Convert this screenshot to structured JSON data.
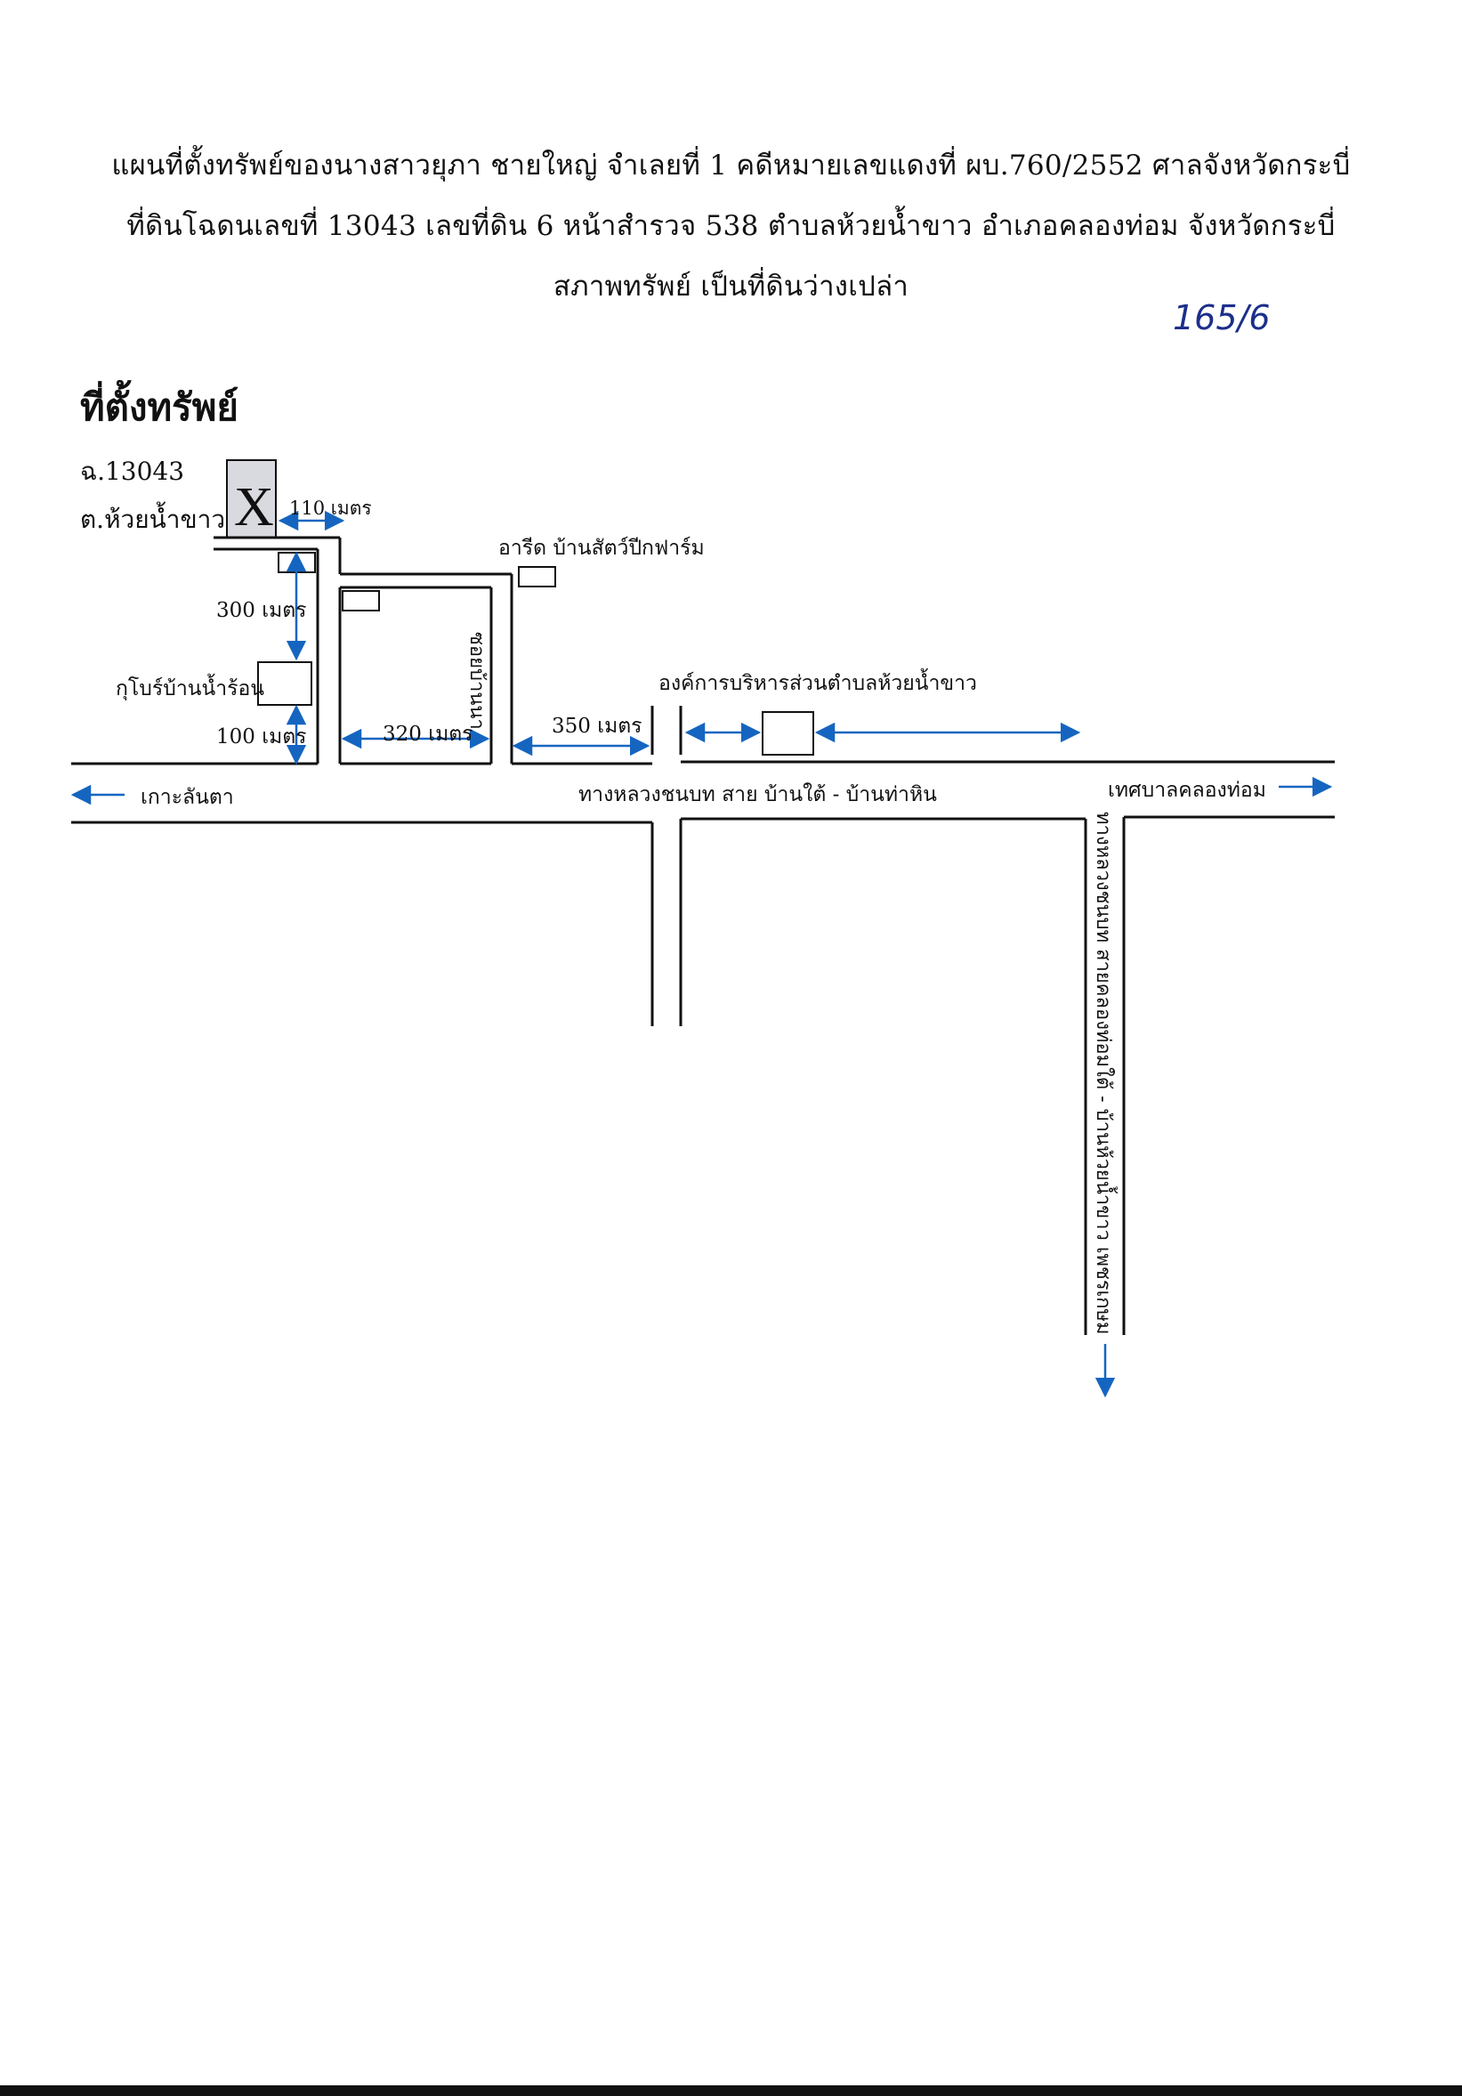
{
  "header": {
    "line1": "แผนที่ตั้งทรัพย์ของนางสาวยุภา  ชายใหญ่  จำเลยที่ 1 คดีหมายเลขแดงที่ ผบ.760/2552  ศาลจังหวัดกระบี่",
    "line2": "ที่ดินโฉดนเลขที่ 13043  เลขที่ดิน 6  หน้าสำรวจ 538  ตำบลห้วยน้ำขาว  อำเภอคลองท่อม  จังหวัดกระบี่",
    "line3": "สภาพทรัพย์ เป็นที่ดินว่างเปล่า",
    "handwritten_note": "165/6"
  },
  "section_title": "ที่ตั้งทรัพย์",
  "map": {
    "deed_number": "ฉ.13043",
    "subdistrict": "ต.ห้วยน้ำขาว",
    "property_marker": "X",
    "distances": {
      "d110": "110 เมตร",
      "d300": "300 เมตร",
      "d100": "100 เมตร",
      "d320": "320 เมตร",
      "d350": "350 เมตร"
    },
    "landmarks": {
      "farm": "อารีด บ้านสัตว์ปีกฟาร์ม",
      "guesthouse": "กุโบร์บ้านน้ำร้อน",
      "sao": "องค์การบริหารส่วนตำบลห้วยน้ำขาว"
    },
    "roads": {
      "main_road": "ทางหลวงชนบท สาย บ้านใต้ - บ้านท่าหิน",
      "west_direction": "เกาะลันตา",
      "east_direction": "เทศบาลคลองท่อม",
      "soi": "ซอยบ้านนา",
      "vertical_road": "ทางหลวงชนบท สายคลองท่อมใต้ - บ้านห้วยน้ำขาว เพชรเกษม"
    },
    "colors": {
      "arrow": "#1565c0",
      "line": "#111111",
      "marker_fill": "#d9d9e0"
    }
  }
}
